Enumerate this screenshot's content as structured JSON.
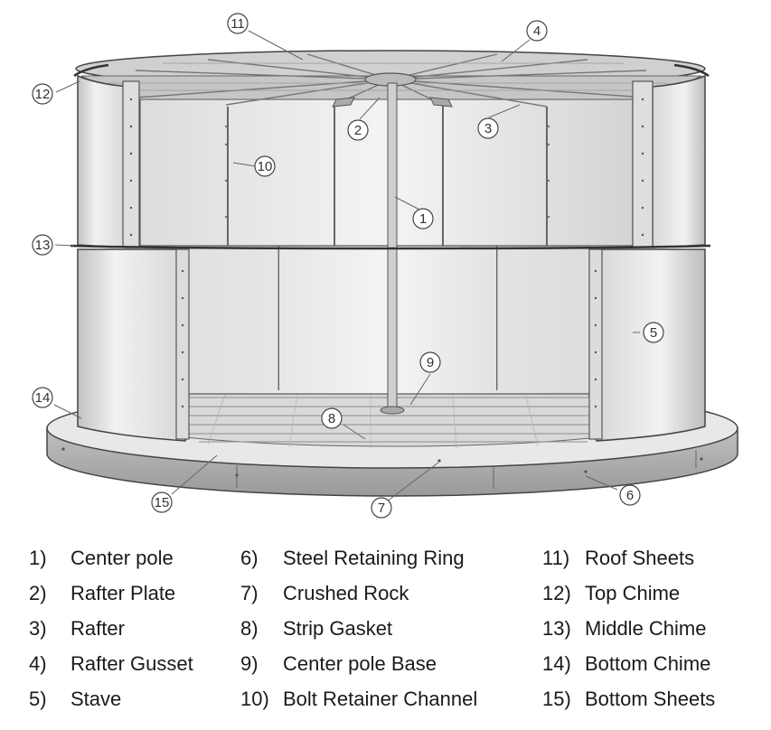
{
  "callouts": [
    {
      "num": "1",
      "label": "Center pole"
    },
    {
      "num": "2",
      "label": "Rafter Plate"
    },
    {
      "num": "3",
      "label": "Rafter"
    },
    {
      "num": "4",
      "label": "Rafter Gusset"
    },
    {
      "num": "5",
      "label": "Stave"
    },
    {
      "num": "6",
      "label": "Steel Retaining Ring"
    },
    {
      "num": "7",
      "label": "Crushed Rock"
    },
    {
      "num": "8",
      "label": "Strip Gasket"
    },
    {
      "num": "9",
      "label": "Center pole Base"
    },
    {
      "num": "10",
      "label": "Bolt Retainer Channel"
    },
    {
      "num": "11",
      "label": "Roof Sheets"
    },
    {
      "num": "12",
      "label": "Top Chime"
    },
    {
      "num": "13",
      "label": "Middle Chime"
    },
    {
      "num": "14",
      "label": "Bottom Chime"
    },
    {
      "num": "15",
      "label": "Bottom Sheets"
    }
  ],
  "legend": [
    {
      "num": "1)",
      "label": "Center pole"
    },
    {
      "num": "2)",
      "label": "Rafter Plate"
    },
    {
      "num": "3)",
      "label": "Rafter"
    },
    {
      "num": "4)",
      "label": "Rafter Gusset"
    },
    {
      "num": "5)",
      "label": "Stave"
    },
    {
      "num": "6)",
      "label": "Steel Retaining Ring"
    },
    {
      "num": "7)",
      "label": "Crushed Rock"
    },
    {
      "num": "8)",
      "label": "Strip Gasket"
    },
    {
      "num": "9)",
      "label": "Center pole Base"
    },
    {
      "num": "10)",
      "label": "Bolt Retainer Channel"
    },
    {
      "num": "11)",
      "label": "Roof Sheets"
    },
    {
      "num": "12)",
      "label": "Top Chime"
    },
    {
      "num": "13)",
      "label": "Middle Chime"
    },
    {
      "num": "14)",
      "label": "Bottom Chime"
    },
    {
      "num": "15)",
      "label": "Bottom Sheets"
    }
  ],
  "colors": {
    "steel_light": "#eeeeee",
    "steel_mid": "#cfcfcf",
    "steel_dark": "#8e8e8e",
    "outline": "#444444",
    "ring": "#5a5a5a"
  }
}
